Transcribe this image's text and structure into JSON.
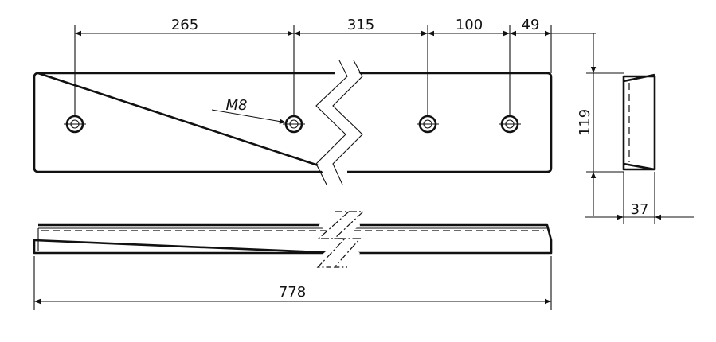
{
  "dimensions": {
    "d265": "265",
    "d315": "315",
    "d100": "100",
    "d49": "49",
    "d119": "119",
    "d37": "37",
    "d778": "778"
  },
  "thread_label": "M8"
}
